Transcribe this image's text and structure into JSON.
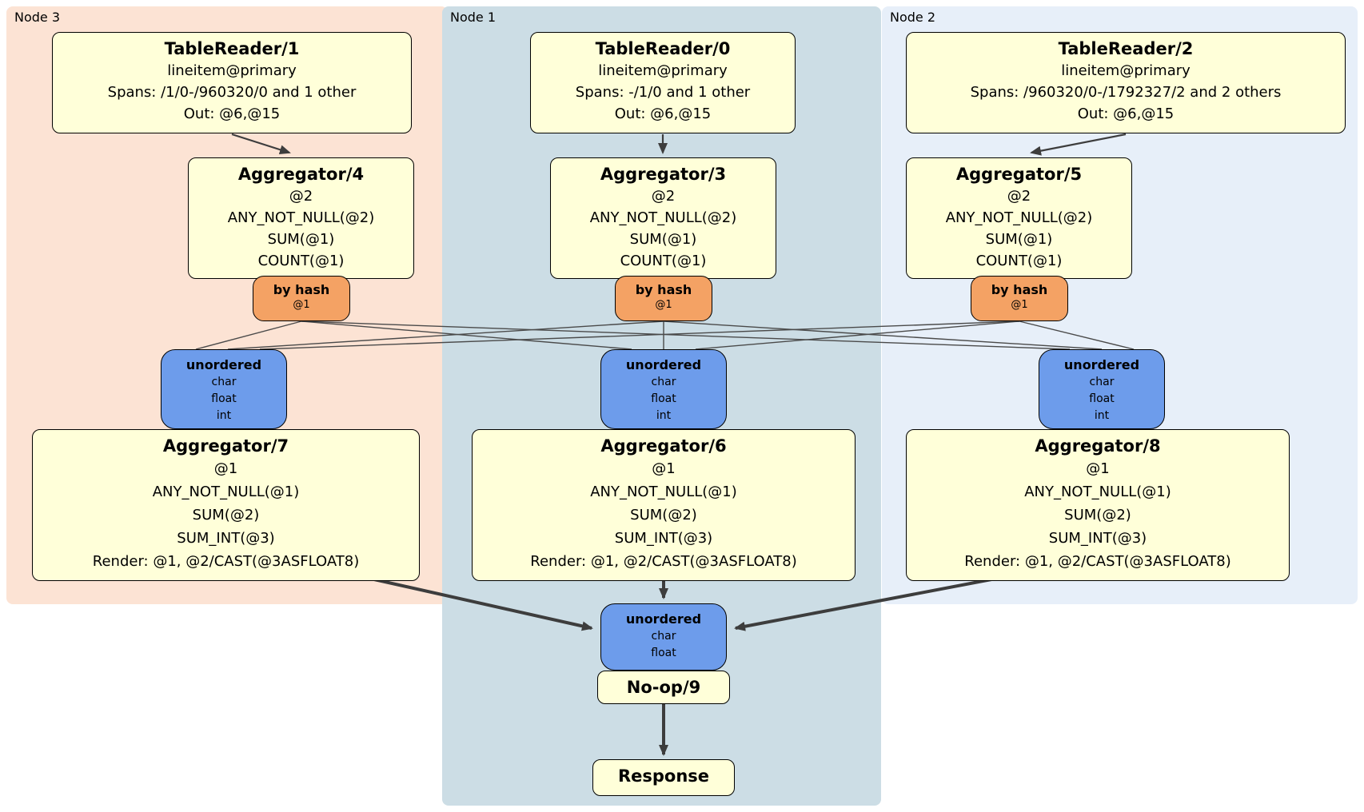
{
  "regions": {
    "node3": {
      "label": "Node 3"
    },
    "node1": {
      "label": "Node 1"
    },
    "node2": {
      "label": "Node 2"
    }
  },
  "colors": {
    "processor_fill": "#ffffd9",
    "router_fill": "#f4a264",
    "stream_fill": "#6d9ceb",
    "node3_bg": "#fce3d4",
    "node1_bg": "#ccdde5",
    "node2_bg": "#e7eff9",
    "edge": "#3d3d3d"
  },
  "processors": {
    "tablereader1": {
      "title": "TableReader/1",
      "lines": [
        "lineitem@primary",
        "Spans: /1/0-/960320/0 and 1 other",
        "Out: @6,@15"
      ]
    },
    "tablereader0": {
      "title": "TableReader/0",
      "lines": [
        "lineitem@primary",
        "Spans: -/1/0 and 1 other",
        "Out: @6,@15"
      ]
    },
    "tablereader2": {
      "title": "TableReader/2",
      "lines": [
        "lineitem@primary",
        "Spans: /960320/0-/1792327/2 and 2 others",
        "Out: @6,@15"
      ]
    },
    "aggregator4": {
      "title": "Aggregator/4",
      "lines": [
        "@2",
        "ANY_NOT_NULL(@2)",
        "SUM(@1)",
        "COUNT(@1)"
      ]
    },
    "aggregator3": {
      "title": "Aggregator/3",
      "lines": [
        "@2",
        "ANY_NOT_NULL(@2)",
        "SUM(@1)",
        "COUNT(@1)"
      ]
    },
    "aggregator5": {
      "title": "Aggregator/5",
      "lines": [
        "@2",
        "ANY_NOT_NULL(@2)",
        "SUM(@1)",
        "COUNT(@1)"
      ]
    },
    "aggregator7": {
      "title": "Aggregator/7",
      "lines": [
        "@1",
        "ANY_NOT_NULL(@1)",
        "SUM(@2)",
        "SUM_INT(@3)",
        "Render: @1, @2/CAST(@3ASFLOAT8)"
      ]
    },
    "aggregator6": {
      "title": "Aggregator/6",
      "lines": [
        "@1",
        "ANY_NOT_NULL(@1)",
        "SUM(@2)",
        "SUM_INT(@3)",
        "Render: @1, @2/CAST(@3ASFLOAT8)"
      ]
    },
    "aggregator8": {
      "title": "Aggregator/8",
      "lines": [
        "@1",
        "ANY_NOT_NULL(@1)",
        "SUM(@2)",
        "SUM_INT(@3)",
        "Render: @1, @2/CAST(@3ASFLOAT8)"
      ]
    },
    "noop9": {
      "title": "No-op/9"
    },
    "response": {
      "title": "Response"
    }
  },
  "routers": {
    "hash_node3": {
      "title": "by hash",
      "detail": "@1"
    },
    "hash_node1": {
      "title": "by hash",
      "detail": "@1"
    },
    "hash_node2": {
      "title": "by hash",
      "detail": "@1"
    }
  },
  "streams": {
    "unordered_node3": {
      "title": "unordered",
      "lines": [
        "char",
        "float",
        "int"
      ]
    },
    "unordered_node1": {
      "title": "unordered",
      "lines": [
        "char",
        "float",
        "int"
      ]
    },
    "unordered_node2": {
      "title": "unordered",
      "lines": [
        "char",
        "float",
        "int"
      ]
    },
    "unordered_final": {
      "title": "unordered",
      "lines": [
        "char",
        "float"
      ]
    }
  }
}
